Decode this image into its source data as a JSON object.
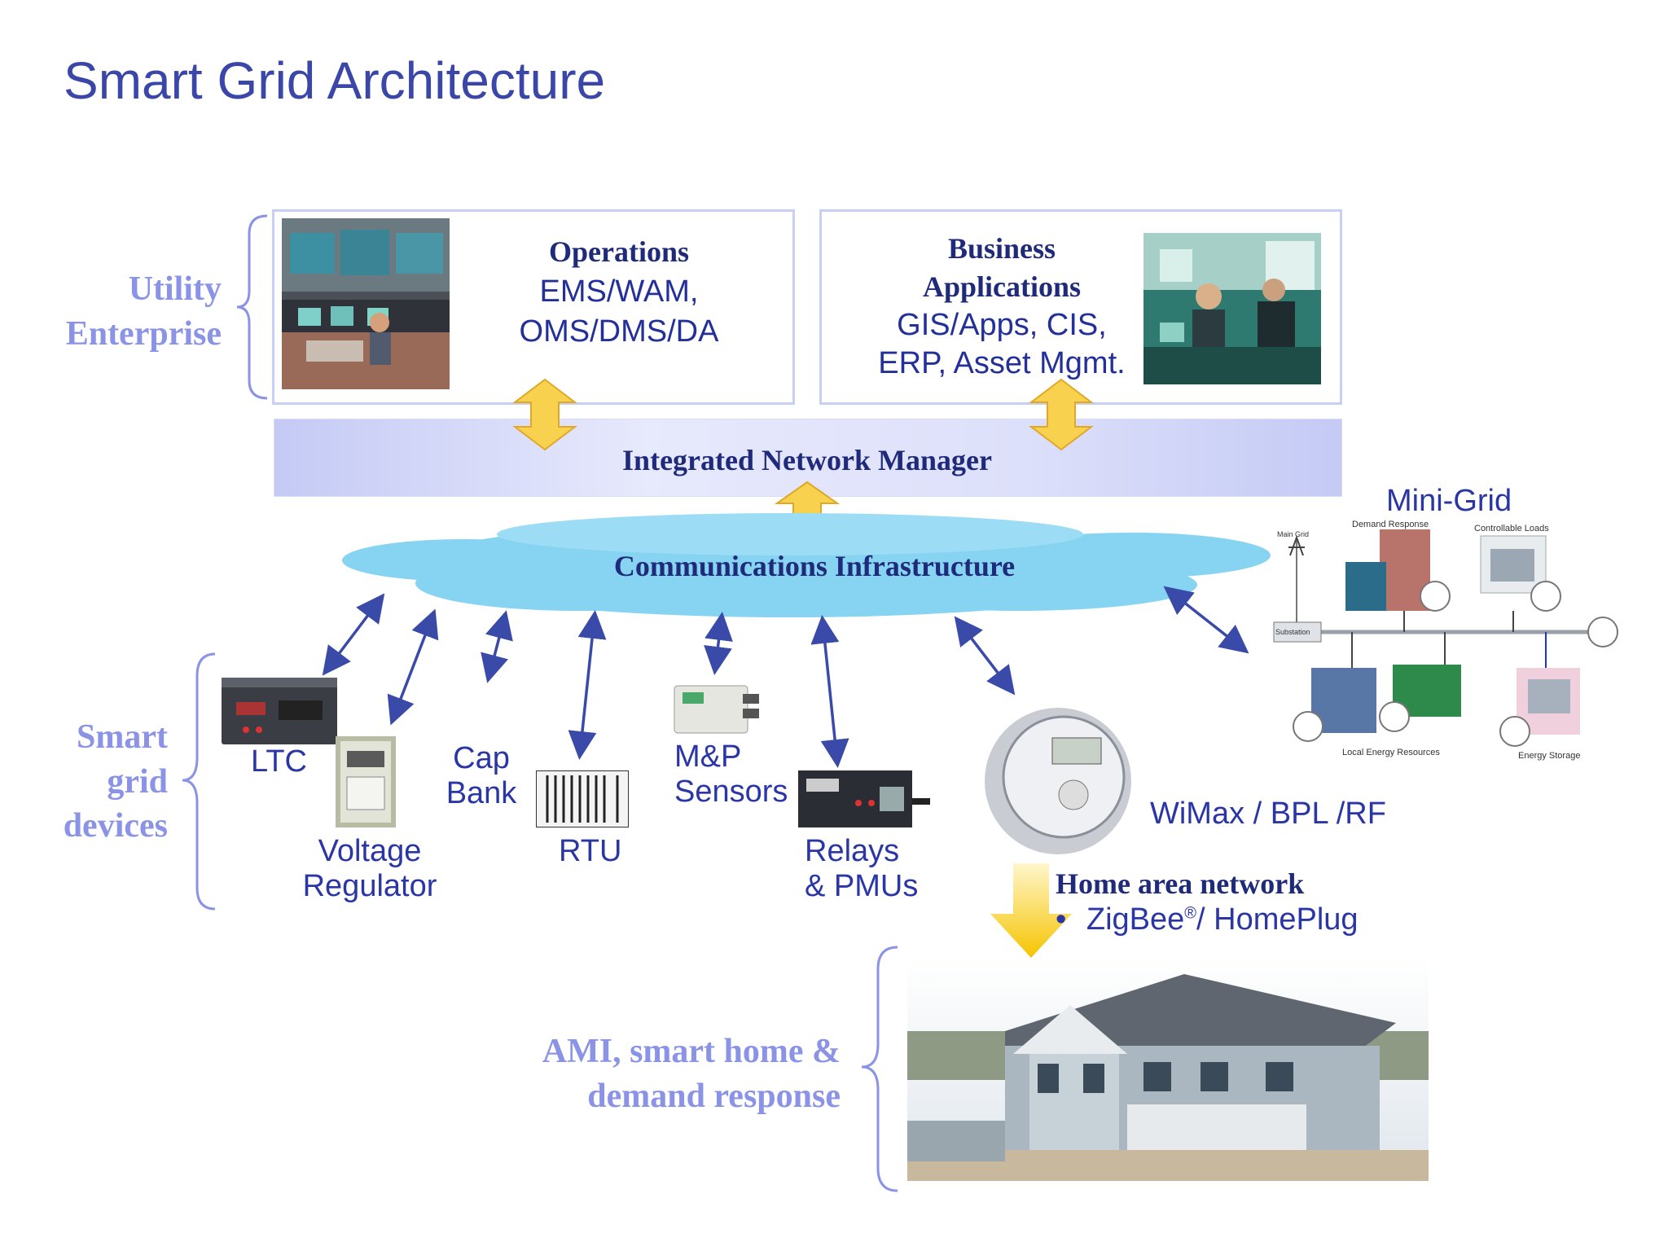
{
  "title": "Smart Grid Architecture",
  "side_labels": {
    "utility_enterprise": [
      "Utility",
      "Enterprise"
    ],
    "smart_grid_devices": [
      "Smart",
      "grid",
      "devices"
    ],
    "ami": [
      "AMI, smart home &",
      "demand response"
    ]
  },
  "operations": {
    "heading": "Operations",
    "lines": [
      "EMS/WAM,",
      "OMS/DMS/DA"
    ]
  },
  "business": {
    "heading": [
      "Business",
      "Applications"
    ],
    "lines": [
      "GIS/Apps, CIS,",
      "ERP, Asset Mgmt."
    ]
  },
  "integrated_network_manager": "Integrated Network Manager",
  "communications": "Communications Infrastructure",
  "mini_grid": {
    "title": "Mini-Grid",
    "labels": {
      "main_grid": "Main Grid",
      "demand_response": "Demand Response",
      "controllable_loads": "Controllable Loads",
      "substation": "Substation",
      "local_energy": "Local Energy Resources",
      "energy_storage": "Energy Storage"
    }
  },
  "devices": {
    "ltc": "LTC",
    "voltage_regulator": [
      "Voltage",
      "Regulator"
    ],
    "cap_bank": [
      "Cap",
      "Bank"
    ],
    "rtu": "RTU",
    "mp_sensors": [
      "M&P",
      "Sensors"
    ],
    "relays": [
      "Relays",
      "& PMUs"
    ],
    "wimax": "WiMax / BPL /RF"
  },
  "home_area_network": {
    "heading": "Home area network",
    "bullet": "•",
    "item": "ZigBee",
    "reg": "®",
    "item_rest": "/ HomePlug"
  },
  "colors": {
    "title": "#3a46a8",
    "label": "#8a93e6",
    "dark_text": "#1f2a7a",
    "cloud": "#86d4f2",
    "arrow": "#3a4aa8",
    "gold_arrow": "#f5c842"
  }
}
